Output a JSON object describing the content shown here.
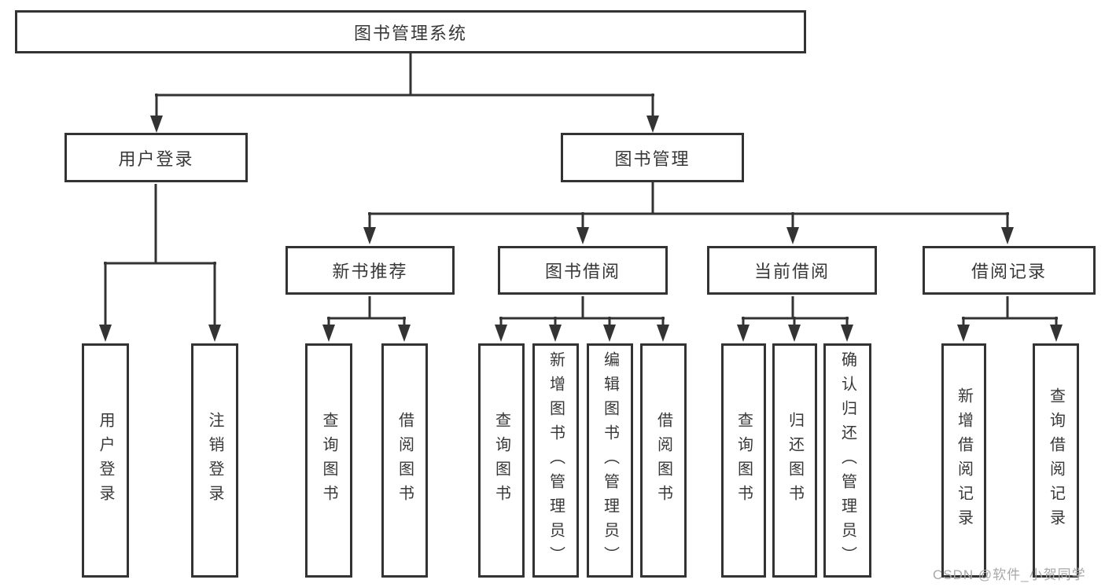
{
  "colors": {
    "line": "#333333",
    "text": "#383838",
    "watermark": "#a8a8a8",
    "background": "#ffffff"
  },
  "nodes": {
    "root": "图书管理系统",
    "user_login_branch": "用户登录",
    "book_mgmt_branch": "图书管理",
    "new_book_rec": "新书推荐",
    "book_borrow": "图书借阅",
    "current_borrow": "当前借阅",
    "borrow_records": "借阅记录",
    "leaf_user_login": "用户登录",
    "leaf_logout": "注销登录",
    "leaf_rec_query_books": "查询图书",
    "leaf_rec_borrow_books": "借阅图书",
    "leaf_bb_query_books": "查询图书",
    "leaf_bb_add_books": "新增图书（管理员）",
    "leaf_bb_edit_books": "编辑图书（管理员）",
    "leaf_bb_borrow_books": "借阅图书",
    "leaf_cb_query_books": "查询图书",
    "leaf_cb_return_books": "归还图书",
    "leaf_cb_confirm_return": "确认归还（管理员）",
    "leaf_br_add_record": "新增借阅记录",
    "leaf_br_query_record": "查询借阅记录"
  },
  "watermark": "CSDN @软件_小贺同学"
}
